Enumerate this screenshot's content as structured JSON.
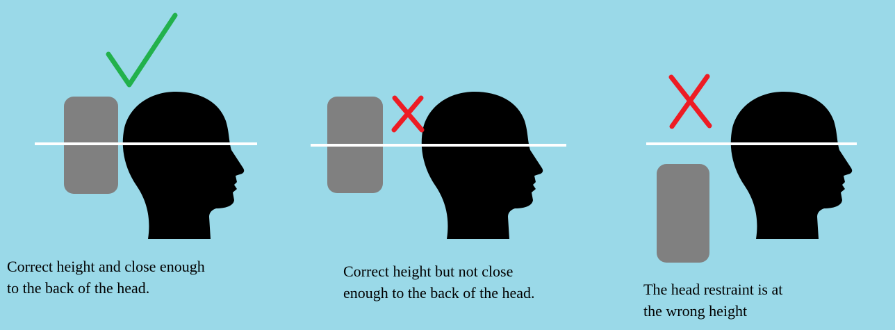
{
  "colors": {
    "background": "#9ad9e8",
    "restraint": "#808080",
    "head": "#000000",
    "level_line": "#ffffff",
    "check": "#22b14c",
    "cross": "#ed1c24"
  },
  "panels": [
    {
      "mark": "check",
      "caption_lines": [
        "Correct height and close enough",
        "to the back of the head."
      ]
    },
    {
      "mark": "cross",
      "caption_lines": [
        "Correct height but not close",
        "enough to the back of the head."
      ]
    },
    {
      "mark": "cross",
      "caption_lines": [
        "The head restraint is at",
        "the wrong height"
      ]
    }
  ]
}
